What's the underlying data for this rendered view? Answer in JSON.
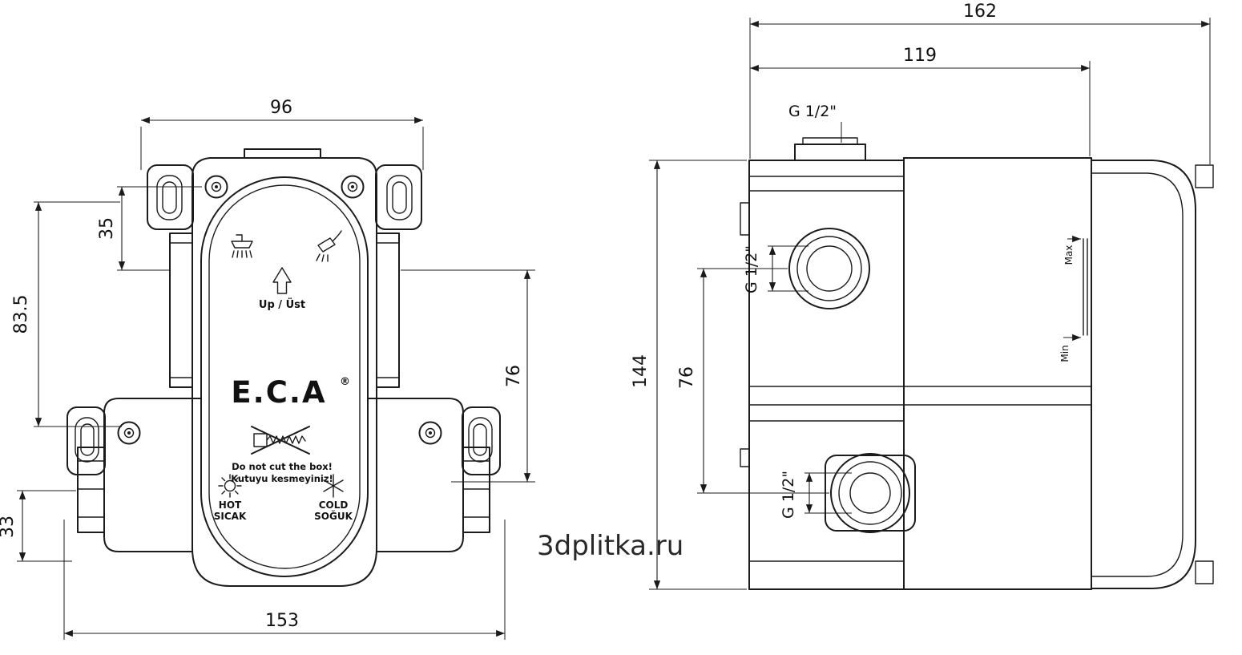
{
  "watermark": {
    "text": "3dplitka.ru",
    "color": "#a9c9e3"
  },
  "front_view": {
    "dim_top_width": "96",
    "dim_tab_offset": "35",
    "dim_left_height": "83.5",
    "dim_right_height": "76",
    "dim_bottom_offset": "33",
    "dim_bottom_width": "153",
    "up_label": "Up / Üst",
    "brand": "E.C.A",
    "registered": "®",
    "warning_line1": "Do not cut the box!",
    "warning_line2": "Kutuyu kesmeyiniz!",
    "hot_line1": "HOT",
    "hot_line2": "SICAK",
    "cold_line1": "COLD",
    "cold_line2": "SOĞUK"
  },
  "side_view": {
    "dim_total_width": "162",
    "dim_body_width": "119",
    "dim_total_height": "144",
    "dim_port_spacing": "76",
    "thread_top": "G 1/2\"",
    "thread_upper": "G 1/2\"",
    "thread_lower": "G 1/2\"",
    "max_label": "Max",
    "min_label": "Min"
  }
}
